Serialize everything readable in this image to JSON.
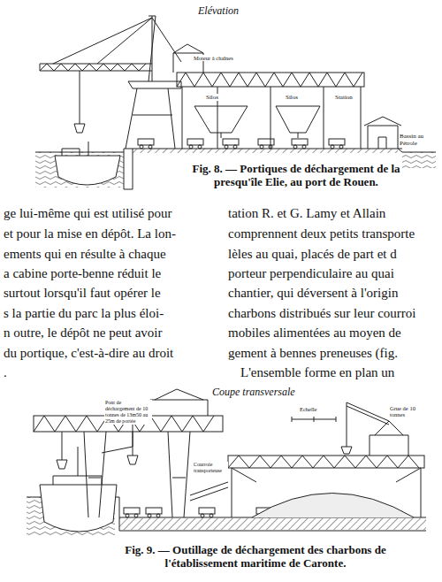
{
  "diagram": {
    "labels": [
      "Elévation",
      "Moteur à chaînes",
      "Silos",
      "Silos",
      "Station",
      "Bassin au Pétrole",
      "Fig. 8. — Portiques de déchargement de la presqu'île Elie, au port de Rouen.",
      "ge lui-même qui est utilisé pour",
      "et pour la mise en dépôt. La lon-",
      "ements qui en résulte à chaque",
      "a cabine porte-benne réduit le",
      "surtout lorsqu'il faut opérer le",
      "s la partie du parc la plus éloi-",
      "n outre, le dépôt ne peut avoir",
      "du portique, c'est-à-dire au droit",
      ".",
      "tation R. et G. Lamy et Allain",
      "comprennent deux petits transporte",
      "lèles au quai, placés de part et d",
      "porteur perpendiculaire au quai",
      "chantier, qui déversent à l'origin",
      "charbons distribués sur leur courroi",
      "mobiles alimentées au moyen de",
      "gement à bennes preneuses (fig.",
      "L'ensemble forme en plan un",
      "Coupe transversale",
      "Pont de déchargement de 10 tonnes de 13m50 au 25m de portée",
      "Echelle",
      "Grue de 10 tonnes",
      "Courroie transporteuse",
      "Fig. 9. — Outillage de déchargement des charbons de l'établissement maritime de Caronte."
    ]
  }
}
